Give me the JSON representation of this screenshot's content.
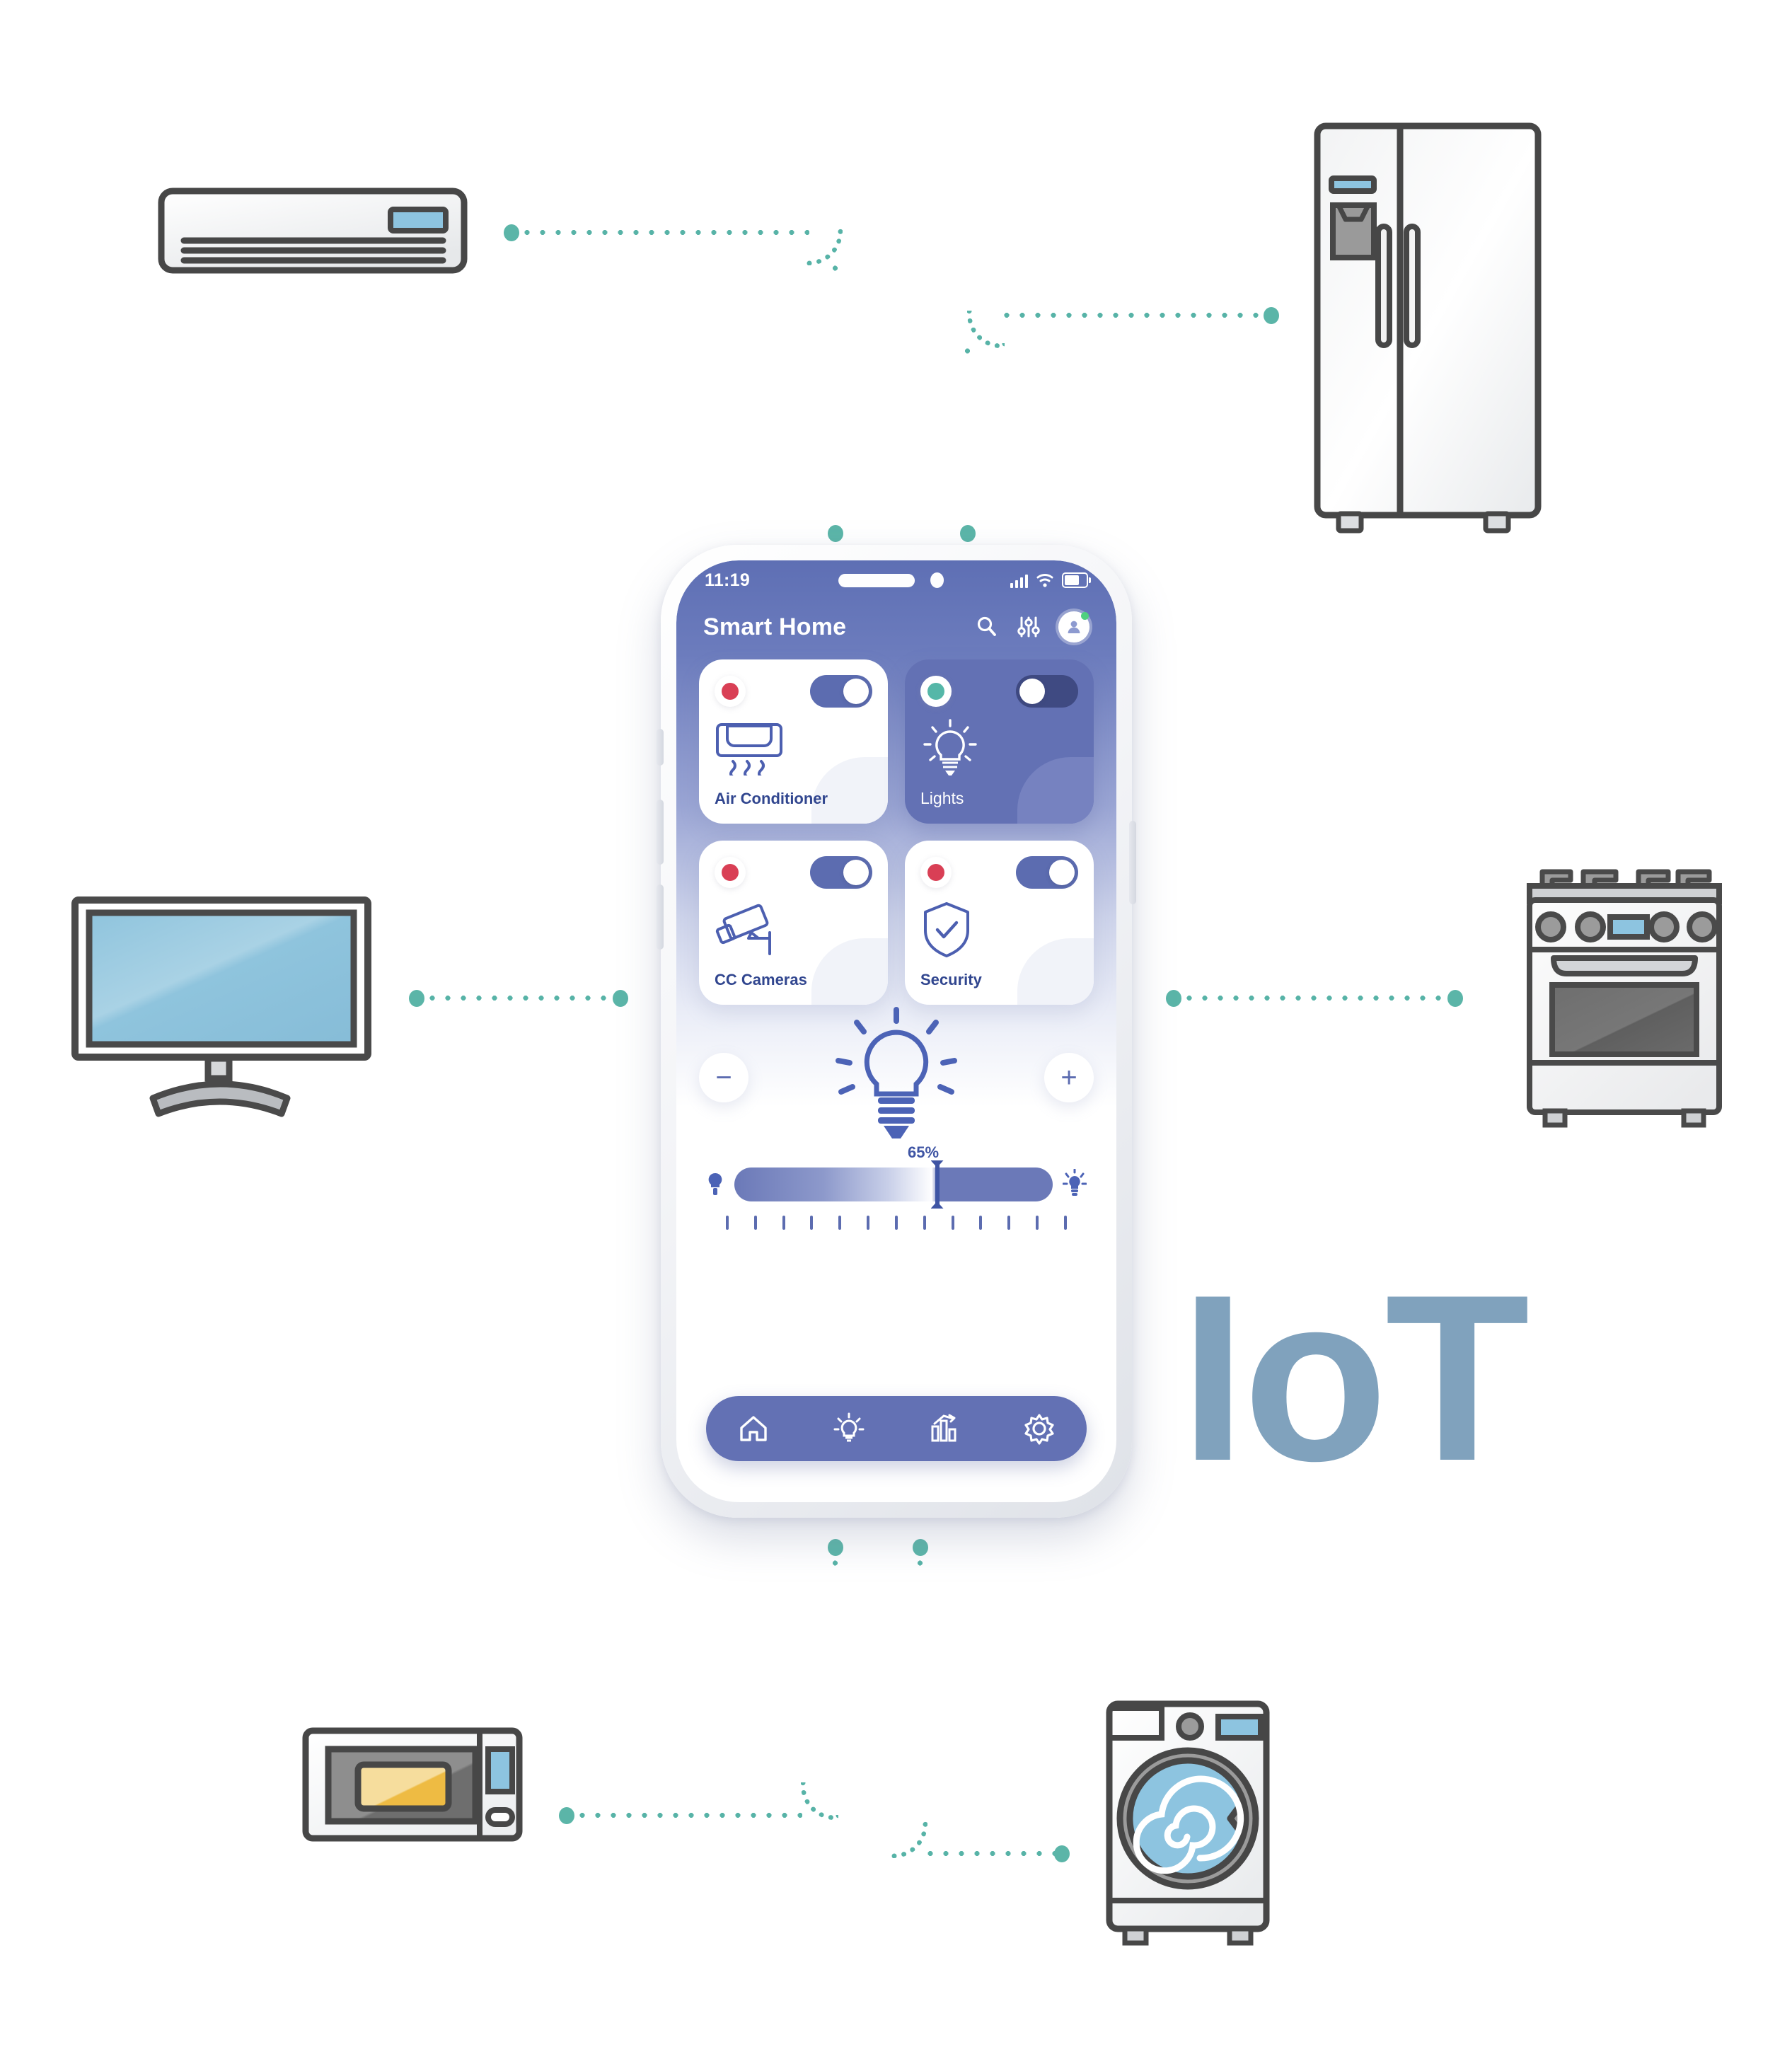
{
  "brand": {
    "wordmark": "IoT",
    "wordmark_color": "#80A2BD",
    "accent_blue": "#5C6CB0",
    "deep_blue": "#31468F",
    "connector_teal": "#5BB5A8",
    "status_red": "#D93F55",
    "status_green": "#55B7A8"
  },
  "phone": {
    "status_bar": {
      "time": "11:19",
      "signal_icon": "cellular-bars-icon",
      "wifi_icon": "wifi-icon",
      "battery_icon": "battery-icon",
      "battery_level_pct": 60
    },
    "header": {
      "title": "Smart Home",
      "icons": [
        {
          "name": "search-icon",
          "glyph": "search"
        },
        {
          "name": "sliders-icon",
          "glyph": "sliders"
        },
        {
          "name": "avatar-icon",
          "glyph": "user",
          "badge": "online"
        }
      ]
    },
    "cards": [
      {
        "id": "air-conditioner",
        "label": "Air Conditioner",
        "icon": "air-conditioner-icon",
        "status_dot": "red",
        "toggle": "on",
        "theme": "light"
      },
      {
        "id": "lights",
        "label": "Lights",
        "icon": "lightbulb-icon",
        "status_dot": "green",
        "toggle": "off",
        "theme": "dark"
      },
      {
        "id": "cc-cameras",
        "label": "CC Cameras",
        "icon": "cctv-camera-icon",
        "status_dot": "red",
        "toggle": "on",
        "theme": "light"
      },
      {
        "id": "security",
        "label": "Security",
        "icon": "shield-check-icon",
        "status_dot": "red",
        "toggle": "on",
        "theme": "light"
      }
    ],
    "brightness": {
      "decrease_label": "−",
      "increase_label": "+",
      "hero_icon": "lightbulb-rays-icon",
      "value_label": "65%",
      "value_pct": 65,
      "min_icon": "dim-bulb-icon",
      "max_icon": "bright-bulb-icon",
      "tick_count": 13
    },
    "tabs": [
      {
        "name": "tab-home",
        "icon": "home-icon"
      },
      {
        "name": "tab-lights",
        "icon": "bulb-icon"
      },
      {
        "name": "tab-stats",
        "icon": "bar-chart-icon"
      },
      {
        "name": "tab-settings",
        "icon": "gear-icon"
      }
    ]
  },
  "devices": [
    {
      "id": "air-conditioner-unit",
      "icon": "wall-ac-unit-icon",
      "position": "top-left"
    },
    {
      "id": "refrigerator",
      "icon": "refrigerator-icon",
      "position": "top-right"
    },
    {
      "id": "television",
      "icon": "tv-icon",
      "position": "middle-left"
    },
    {
      "id": "gas-stove",
      "icon": "stove-oven-icon",
      "position": "middle-right"
    },
    {
      "id": "microwave",
      "icon": "microwave-icon",
      "position": "bottom-left"
    },
    {
      "id": "washing-machine",
      "icon": "washing-machine-icon",
      "position": "bottom-right"
    }
  ]
}
